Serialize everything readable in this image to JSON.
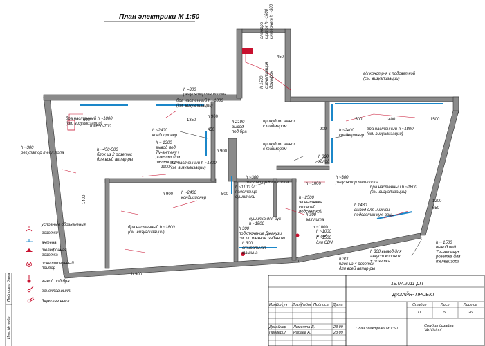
{
  "title": "План электрики  М 1:50",
  "labels": {
    "regul_tep_pola_1": "h =300\nрегулятор тепл.пола",
    "h650_700": "h =650-700",
    "h900": "h 900",
    "n600": "600",
    "n1350": "1350",
    "n450": "450",
    "n2900": "2900",
    "n1400": "1400",
    "n900a": "900",
    "n1500a": "1500",
    "n1400b": "1400",
    "n1500b": "1500",
    "n1200": "1200",
    "n650": "650",
    "n500": "500",
    "n2100": "h 2100",
    "kondic1": "h ~2400\nкондиционер",
    "kondic2": "h ~2400\nкондиционер",
    "kondic3": "h ~2400\nкондиционер",
    "bra1": "бра настенный  h ~1800\n(см. визуализации)",
    "bra2": "бра настенный  h ~1800\n(см. визуализации)",
    "bra3": "бра настенный  h ~1800\n(см. визуализации)",
    "bra4": "бра настенный  h ~1800\n(см. визуализации)",
    "bra5": "бра настенный  h ~1800\n(см. визуализации)",
    "bra6": "бра настенный  h ~1800\n(см. визуализации)",
    "gk": "г/к констр-я с подсветкой\n(см. визуализации)",
    "prinud1": "принудит. вент.\nс таймером",
    "prinud2": "принудит. вент.\nс таймером",
    "blok450": "h ~450-500\nблок из 2 розеток\nдля всей аппар-ры",
    "vyvod_tv": "h ~ 1200\nвывод под\nTV-антену+\nрозетка для\nтелевизора",
    "regul_left": "h ~300\nрегулятор тепл.пола",
    "polotence": "h ~1100 эл.\nполотенце-\nсушитель",
    "regul_mid": "h ~300\nрегулятор тепл.пола",
    "regul_right": "h ~300\nрегулятор тепл.пола",
    "sushilka": "сушилка для рук\nh ~1500",
    "dzhakuzi": "h 300\nподключение Джакузи\nсм. по технич. заданию",
    "stiralnaya": "h 300\nстиральная\nмашина",
    "vytyazhka": "h ~2500\nэл.вытяжка\nсо своей\nподсветкой",
    "vyvod_nizh": "h 1430\nвывод для нижней\nподсветки кух. зоны",
    "plita": "h 300\nэл.плита",
    "h1000a": "h ~1000",
    "h1000b": "h ~1000",
    "h300hol": "h 300\nхолод",
    "h1000kh": "h ~1000\nхолод",
    "h1500svch": "h ~1500\nдля СВЧ",
    "akkust": "h 300 вывод для\nаккуст.колонок\n+ розетка",
    "blok4": "h 300\nблок из 4 розеток\nдля всей аппар-ры",
    "tv_right": "h ~ 1500\nвывод под\nTV-антену+\nрозетка для\nтелевизора",
    "elec_shchit": "электро\nщиток  h ~1600\nинтернет h ~300",
    "signal": "h 1500\nсигнализация\nдомофон",
    "vyvod_pod_bra": "h 2100\nвывод\nпод бра",
    "h900b": "h 900",
    "h900c": "h 900",
    "h900d": "h 900"
  },
  "legend": {
    "title": "условные обозначения",
    "items": [
      "розетки",
      "антена",
      "телефонная\nрозетка",
      "осветительный\nприбор",
      "вывод под бра",
      "одноклав.выкл.",
      "двухклав.выкл."
    ]
  },
  "titleblock": {
    "date": "19.07.2011  ДП",
    "project": "ДИЗАЙН- ПРОЕКТ",
    "head_izm": "Изм.",
    "head_kol": "Кол.уч",
    "head_list": "Лист",
    "head_ndok": "№док",
    "head_podpis": "Подпись",
    "head_data": "Дата",
    "designer_role": "Дизайнер",
    "designer_name": "Лемента Д.",
    "designer_date": "23.09",
    "checker_role": "Проверил",
    "checker_name": "Радаев А.",
    "checker_date": "23.09",
    "sheet_title": "План электрики  М 1:50",
    "stadia_h": "Стадия",
    "list_h": "Лист",
    "listov_h": "Листов",
    "stadia": "П",
    "list": "5",
    "listov": "26",
    "studio": "Студия дизайна\n\"ArtVision\"",
    "side1": "Подпись и дата",
    "side2": "Инв. № подл."
  }
}
